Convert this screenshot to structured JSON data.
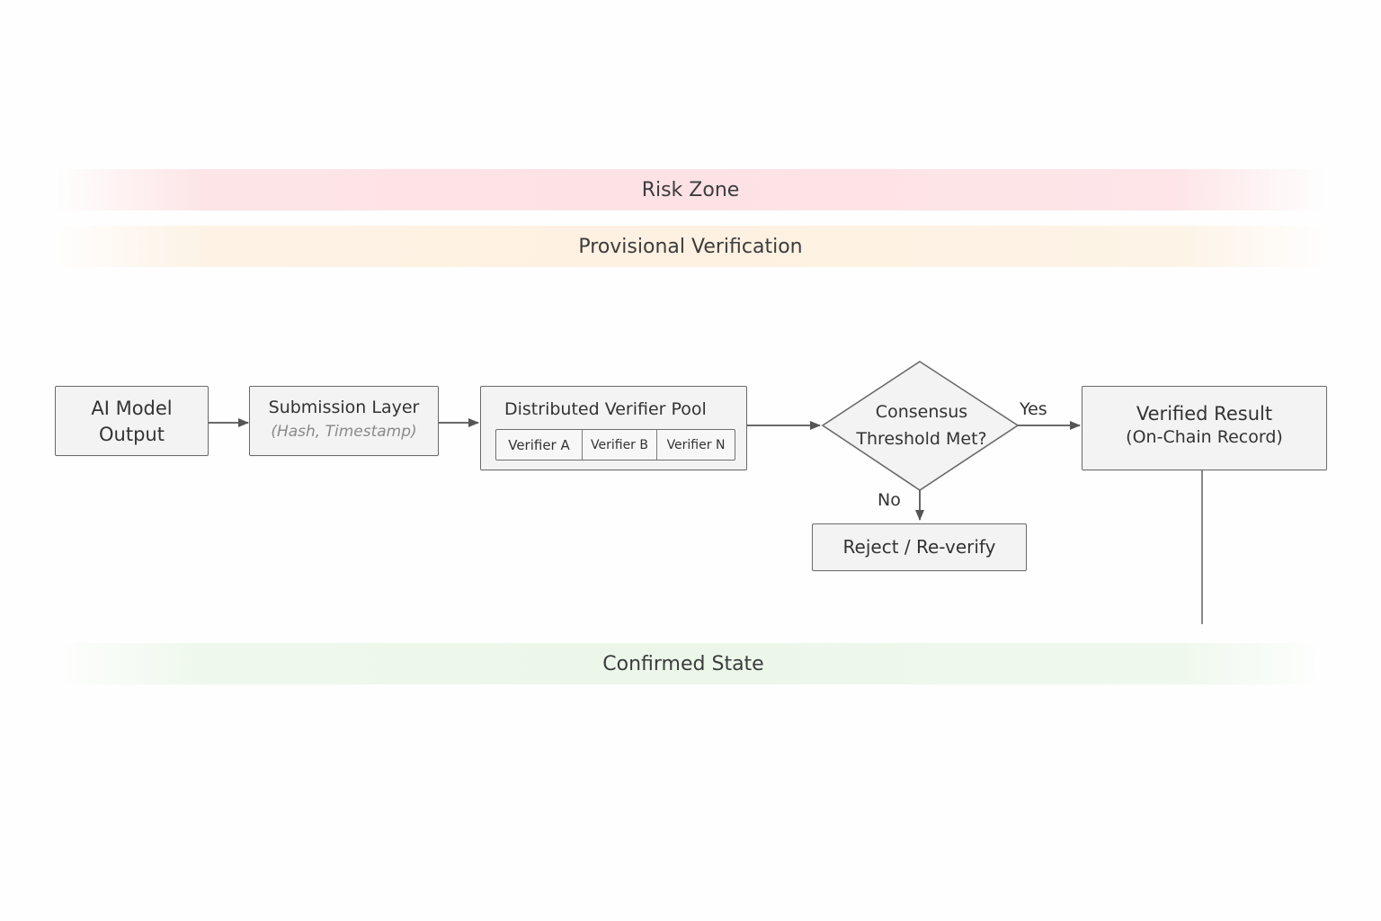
{
  "bands": {
    "risk": "Risk Zone",
    "provisional": "Provisional Verification",
    "confirmed": "Confirmed State"
  },
  "nodes": {
    "ai_model": {
      "line1": "AI Model",
      "line2": "Output"
    },
    "submission": {
      "title": "Submission Layer",
      "subtitle": "(Hash, Timestamp)"
    },
    "verifier_pool": {
      "title": "Distributed Verifier Pool",
      "verifiers": [
        "Verifier A",
        "Verifier B",
        "Verifier N"
      ]
    },
    "decision": {
      "line1": "Consensus",
      "line2": "Threshold Met?"
    },
    "verified": {
      "title": "Verified Result",
      "subtitle": "(On-Chain Record)"
    },
    "reject": {
      "label": "Reject / Re-verify"
    }
  },
  "edges": {
    "yes_label": "Yes",
    "no_label": "No"
  },
  "colors": {
    "risk_band": "#fde2e5",
    "provisional_band": "#fef1e1",
    "confirmed_band": "#ecf7ea",
    "node_fill": "#f3f3f3",
    "node_border": "#6a6a6a"
  }
}
